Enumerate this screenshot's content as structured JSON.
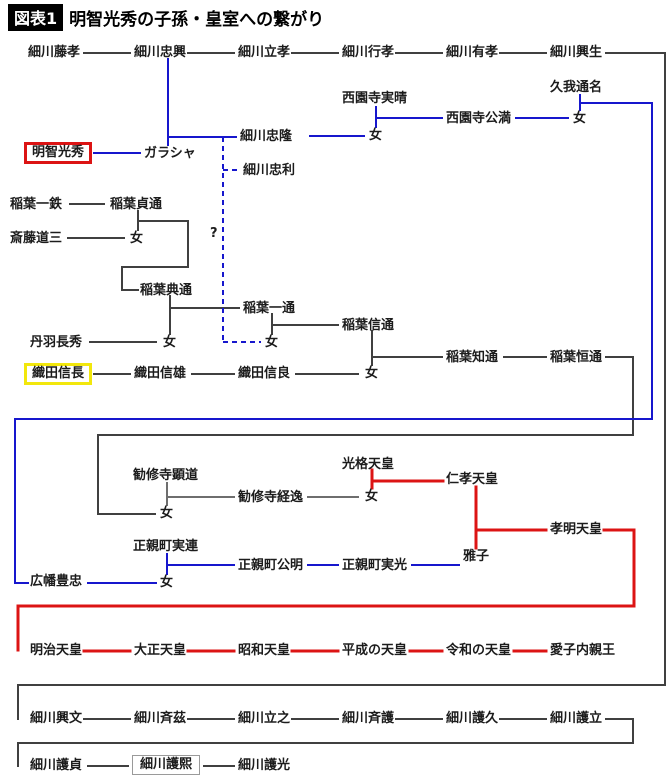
{
  "title": {
    "badge": "図表1",
    "text": "明智光秀の子孫・皇室への繋がり"
  },
  "colors": {
    "line_black": "#404040",
    "line_gray": "#6e6e6e",
    "line_blue": "#1717cd",
    "line_red": "#dc1414",
    "akechi_box_border": "#dc1414",
    "oda_box_border": "#f2e70c",
    "morihiro_box_border": "#9a9a9a",
    "badge_bg": "#000000",
    "badge_fg": "#ffffff"
  },
  "nodes": [
    {
      "label": "細川藤孝"
    },
    {
      "label": "細川忠興"
    },
    {
      "label": "細川立孝"
    },
    {
      "label": "細川行孝"
    },
    {
      "label": "細川有孝"
    },
    {
      "label": "細川興生"
    },
    {
      "label": "久我通名"
    },
    {
      "label": "西園寺実晴"
    },
    {
      "label": "西園寺公満"
    },
    {
      "label": "女"
    },
    {
      "label": "細川忠隆"
    },
    {
      "label": "女"
    },
    {
      "label": "明智光秀"
    },
    {
      "label": "ガラシャ"
    },
    {
      "label": "細川忠利"
    },
    {
      "label": "?"
    },
    {
      "label": "稲葉一鉄"
    },
    {
      "label": "稲葉貞通"
    },
    {
      "label": "斎藤道三"
    },
    {
      "label": "女"
    },
    {
      "label": "稲葉典通"
    },
    {
      "label": "稲葉一通"
    },
    {
      "label": "稲葉信通"
    },
    {
      "label": "丹羽長秀"
    },
    {
      "label": "女"
    },
    {
      "label": "女"
    },
    {
      "label": "稲葉知通"
    },
    {
      "label": "稲葉恒通"
    },
    {
      "label": "織田信長"
    },
    {
      "label": "織田信雄"
    },
    {
      "label": "織田信良"
    },
    {
      "label": "女"
    },
    {
      "label": "勧修寺顕道"
    },
    {
      "label": "光格天皇"
    },
    {
      "label": "仁孝天皇"
    },
    {
      "label": "勧修寺経逸"
    },
    {
      "label": "女"
    },
    {
      "label": "女"
    },
    {
      "label": "孝明天皇"
    },
    {
      "label": "正親町実連"
    },
    {
      "label": "雅子"
    },
    {
      "label": "正親町公明"
    },
    {
      "label": "正親町実光"
    },
    {
      "label": "広幡豊忠"
    },
    {
      "label": "女"
    },
    {
      "label": "明治天皇"
    },
    {
      "label": "大正天皇"
    },
    {
      "label": "昭和天皇"
    },
    {
      "label": "平成の天皇"
    },
    {
      "label": "令和の天皇"
    },
    {
      "label": "愛子内親王"
    },
    {
      "label": "細川興文"
    },
    {
      "label": "細川斉茲"
    },
    {
      "label": "細川立之"
    },
    {
      "label": "細川斉護"
    },
    {
      "label": "細川護久"
    },
    {
      "label": "細川護立"
    },
    {
      "label": "細川護貞"
    },
    {
      "label": "細川護熙"
    },
    {
      "label": "細川護光"
    }
  ]
}
